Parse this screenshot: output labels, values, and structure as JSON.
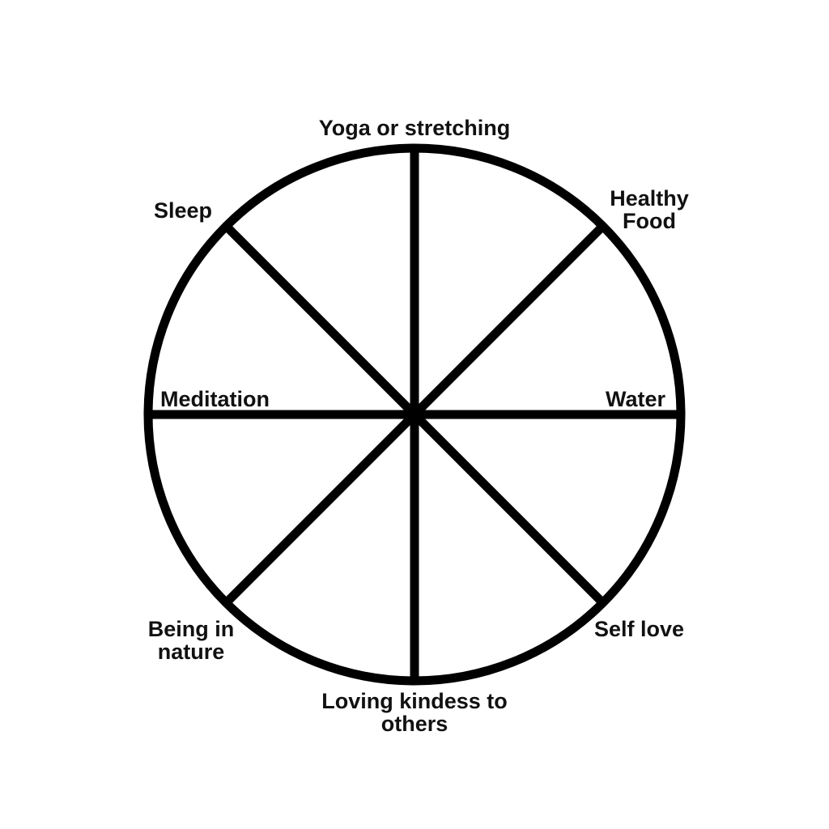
{
  "diagram": {
    "segments": [
      {
        "id": "yoga",
        "lines": [
          "Yoga or stretching"
        ]
      },
      {
        "id": "food",
        "lines": [
          "Healthy",
          "Food"
        ]
      },
      {
        "id": "water",
        "lines": [
          "Water"
        ]
      },
      {
        "id": "selflove",
        "lines": [
          "Self love"
        ]
      },
      {
        "id": "kindness",
        "lines": [
          "Loving kindess to",
          "others"
        ]
      },
      {
        "id": "nature",
        "lines": [
          "Being in",
          "nature"
        ]
      },
      {
        "id": "meditation",
        "lines": [
          "Meditation"
        ]
      },
      {
        "id": "sleep",
        "lines": [
          "Sleep"
        ]
      }
    ],
    "colors": {
      "stroke": "#000000",
      "text": "#111111",
      "background": "#ffffff"
    }
  }
}
